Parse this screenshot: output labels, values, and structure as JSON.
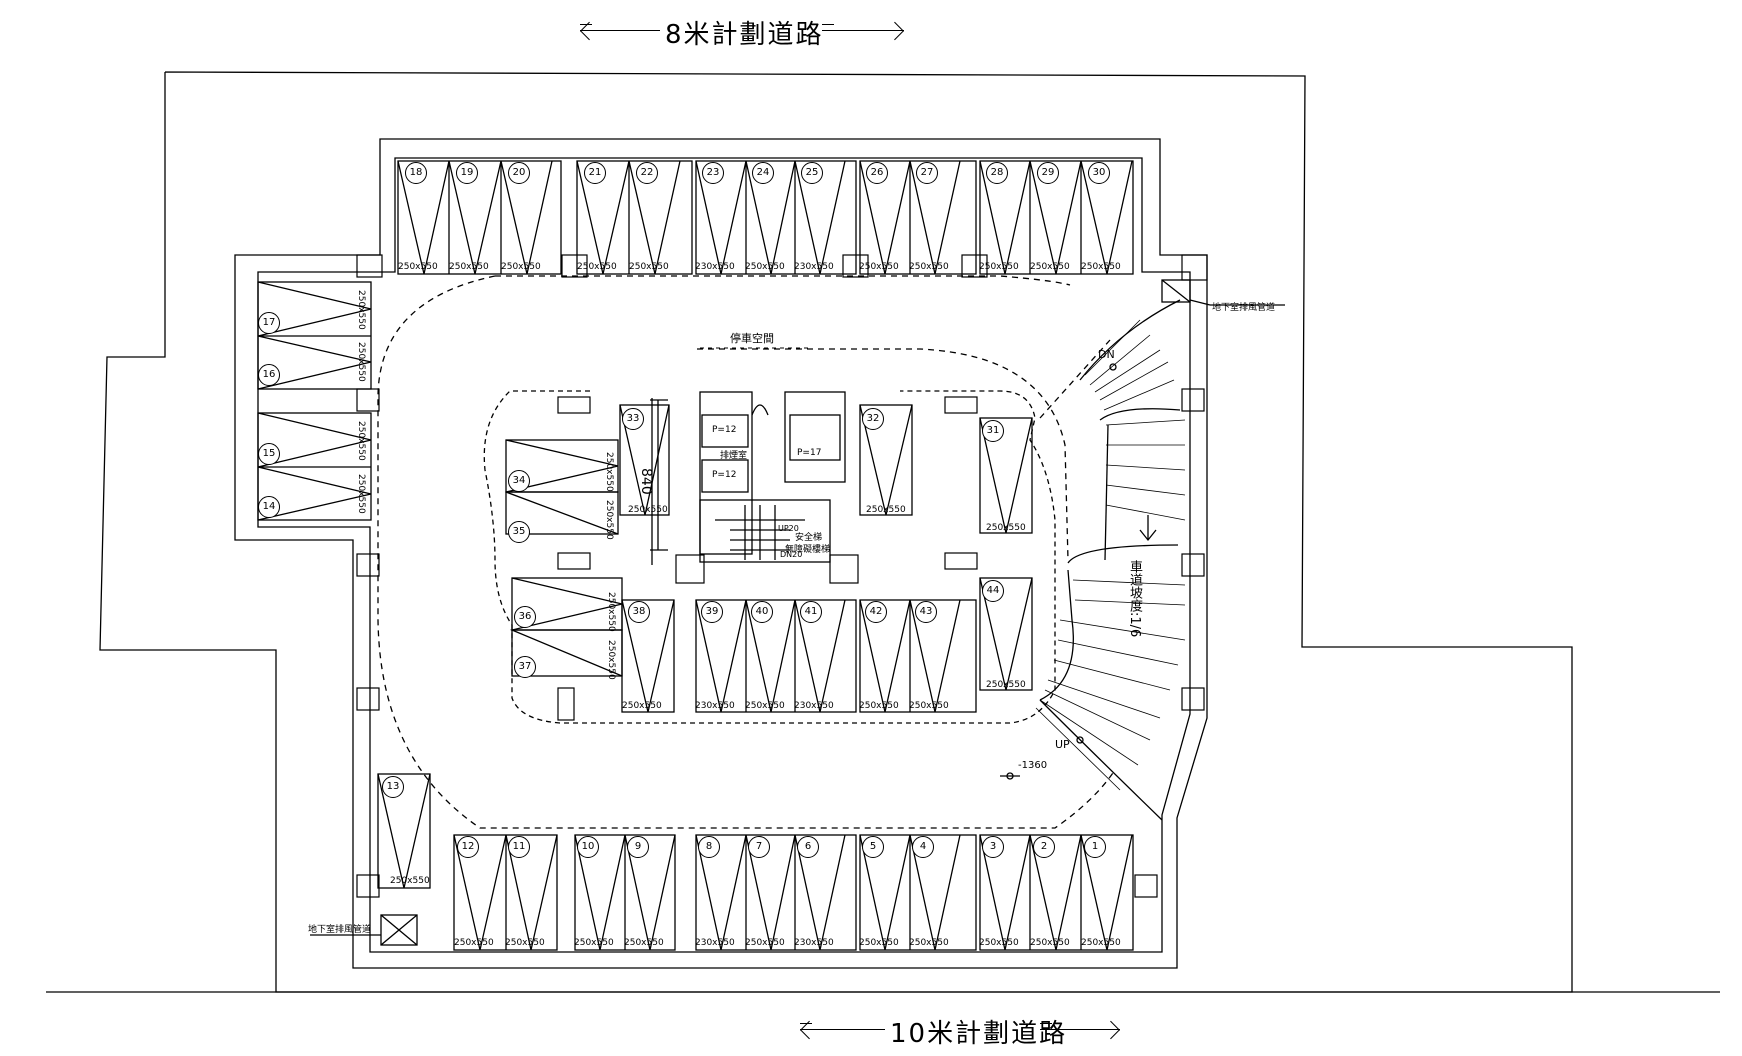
{
  "roads": {
    "top": "8米計劃道路",
    "bottom": "10米計劃道路"
  },
  "labels": {
    "parking_space": "停車空間",
    "vent_top_right": "地下室排風管道",
    "vent_bottom_left": "地下室排風管道",
    "exhaust_room": "排煙室",
    "ramp_slope": "車道坡度:1/6",
    "dn": "DN",
    "up": "UP",
    "elevation": "-1360",
    "dim_840": "840",
    "up20": "UP20",
    "dn20": "DN20",
    "stair_label": "安全梯",
    "stair_label2": "無障礙樓梯",
    "lift_label": "P=12",
    "lift_label2": "P=12",
    "lift_label3": "P=17"
  },
  "spaces": {
    "top_row": [
      {
        "n": "18",
        "d": "250x550"
      },
      {
        "n": "19",
        "d": "250x550"
      },
      {
        "n": "20",
        "d": "250x550"
      },
      {
        "n": "21",
        "d": "250x550"
      },
      {
        "n": "22",
        "d": "250x550"
      },
      {
        "n": "23",
        "d": "230x550"
      },
      {
        "n": "24",
        "d": "250x550"
      },
      {
        "n": "25",
        "d": "230x550"
      },
      {
        "n": "26",
        "d": "250x550"
      },
      {
        "n": "27",
        "d": "250x550"
      },
      {
        "n": "28",
        "d": "250x550"
      },
      {
        "n": "29",
        "d": "250x550"
      },
      {
        "n": "30",
        "d": "250x550"
      }
    ],
    "bottom_row": [
      {
        "n": "12",
        "d": "250x550"
      },
      {
        "n": "11",
        "d": "250x550"
      },
      {
        "n": "10",
        "d": "250x550"
      },
      {
        "n": "9",
        "d": "250x550"
      },
      {
        "n": "8",
        "d": "230x550"
      },
      {
        "n": "7",
        "d": "250x550"
      },
      {
        "n": "6",
        "d": "230x550"
      },
      {
        "n": "5",
        "d": "250x550"
      },
      {
        "n": "4",
        "d": "250x550"
      },
      {
        "n": "3",
        "d": "250x550"
      },
      {
        "n": "2",
        "d": "250x550"
      },
      {
        "n": "1",
        "d": "250x550"
      }
    ],
    "left_col": [
      {
        "n": "17",
        "d": "250x550"
      },
      {
        "n": "16",
        "d": "250x550"
      },
      {
        "n": "15",
        "d": "250x550"
      },
      {
        "n": "14",
        "d": "250x550"
      }
    ],
    "center_bottom": [
      {
        "n": "38",
        "d": "250x550"
      },
      {
        "n": "39",
        "d": "230x550"
      },
      {
        "n": "40",
        "d": "250x550"
      },
      {
        "n": "41",
        "d": "230x550"
      },
      {
        "n": "42",
        "d": "250x550"
      },
      {
        "n": "43",
        "d": "250x550"
      }
    ],
    "misc": [
      {
        "n": "13",
        "d": "250x550"
      },
      {
        "n": "33",
        "d": "250x550"
      },
      {
        "n": "34",
        "d": "250x550"
      },
      {
        "n": "35",
        "d": "250x550"
      },
      {
        "n": "36",
        "d": "250x550"
      },
      {
        "n": "37",
        "d": "250x550"
      },
      {
        "n": "32",
        "d": "250x550"
      },
      {
        "n": "31",
        "d": "250x550"
      },
      {
        "n": "44",
        "d": "250x550"
      }
    ]
  }
}
